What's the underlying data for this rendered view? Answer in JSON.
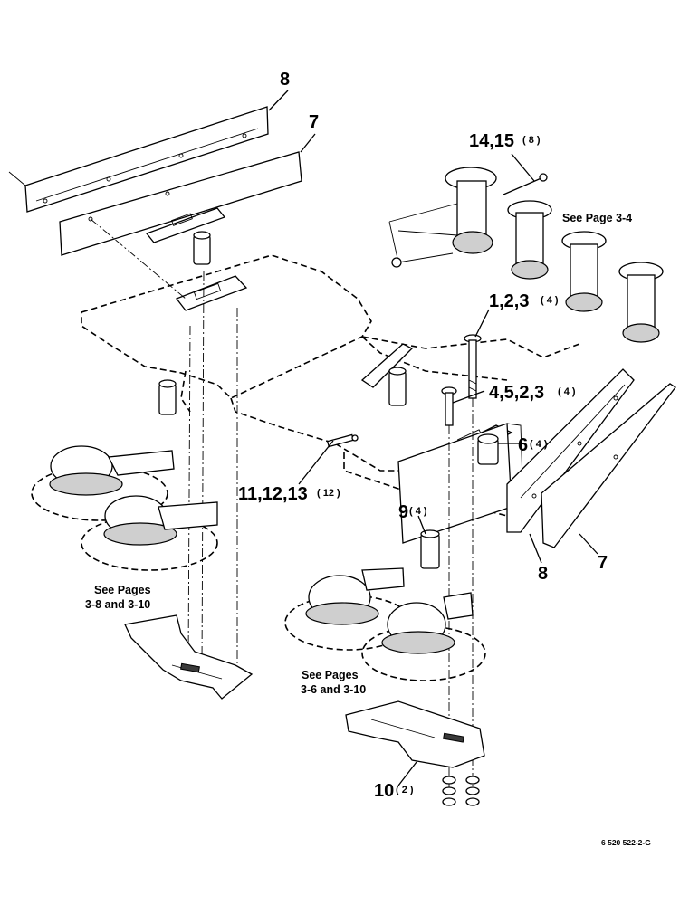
{
  "callouts": {
    "c8_top": "8",
    "c7_top": "7",
    "c14": "14,15",
    "c14_qty": "( 8 )",
    "c1": "1,2,3",
    "c1_qty": "( 4 )",
    "c4": "4,5,2,3",
    "c4_qty": "( 4 )",
    "c6": "6",
    "c6_qty": "( 4 )",
    "c11": "11,12,13",
    "c11_qty": "( 12 )",
    "c9": "9",
    "c9_qty": "( 4 )",
    "c8_right": "8",
    "c7_right": "7",
    "c10": "10",
    "c10_qty": "( 2 )"
  },
  "notes": {
    "see_34": "See Page 3-4",
    "see_38_a": "See Pages",
    "see_38_b": "3-8 and 3-10",
    "see_36_a": "See Pages",
    "see_36_b": "3-6 and 3-10"
  },
  "figure_code": "6 520 522-2-G"
}
